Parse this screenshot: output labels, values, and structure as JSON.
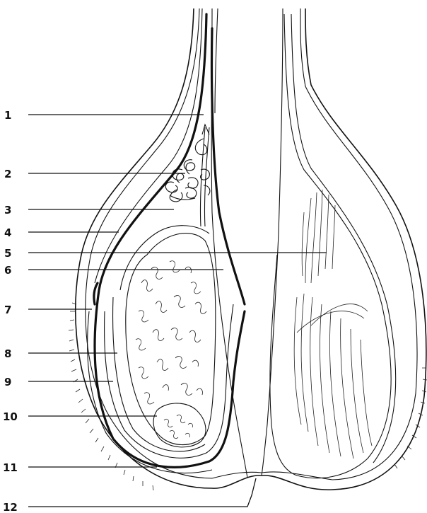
{
  "figure": {
    "labels": [
      "1",
      "2",
      "3",
      "4",
      "5",
      "6",
      "7",
      "8",
      "9",
      "10",
      "11",
      "12"
    ]
  }
}
